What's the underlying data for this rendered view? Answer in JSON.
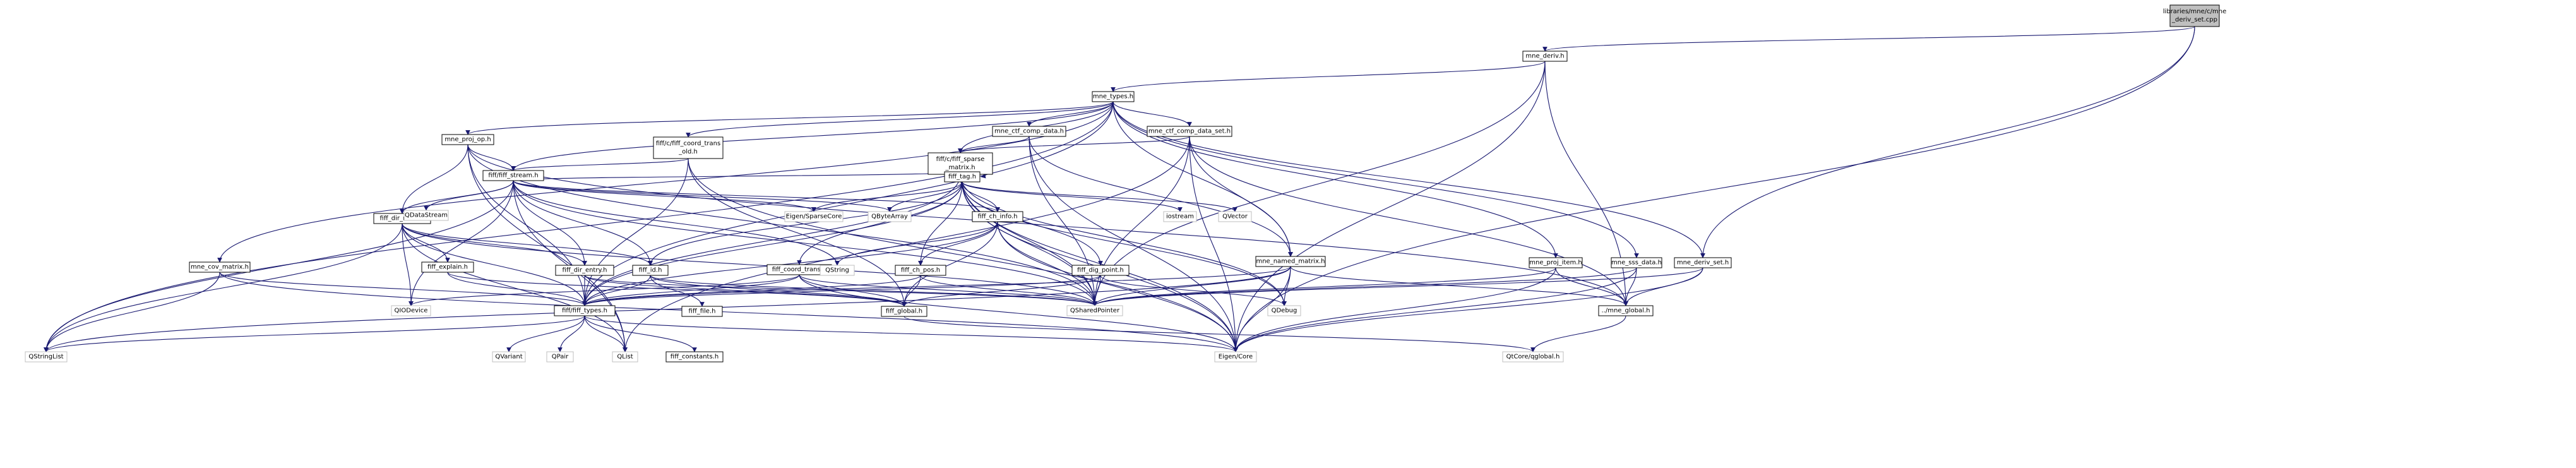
{
  "diagram": {
    "colors": {
      "edge": "#191970",
      "root_fill": "#bfbfbf",
      "node_border": "#000000",
      "leaf_border": "#bfbfbf",
      "background": "#ffffff"
    },
    "nodes": [
      {
        "id": "root",
        "lines": [
          "libraries/mne/c/mne",
          "_deriv_set.cpp"
        ],
        "kind": "root"
      },
      {
        "id": "mne_deriv_h",
        "lines": [
          "mne_deriv.h"
        ],
        "kind": "linked"
      },
      {
        "id": "mne_types_h",
        "lines": [
          "mne_types.h"
        ],
        "kind": "linked"
      },
      {
        "id": "mne_deriv_set_h",
        "lines": [
          "mne_deriv_set.h"
        ],
        "kind": "linked"
      },
      {
        "id": "mne_proj_op_h",
        "lines": [
          "mne_proj_op.h"
        ],
        "kind": "linked"
      },
      {
        "id": "coord_trans_old",
        "lines": [
          "fiff/c/fiff_coord_trans",
          "_old.h"
        ],
        "kind": "linked"
      },
      {
        "id": "mne_ctf_comp_data_h",
        "lines": [
          "mne_ctf_comp_data.h"
        ],
        "kind": "linked"
      },
      {
        "id": "mne_ctf_comp_data_set_h",
        "lines": [
          "mne_ctf_comp_data_set.h"
        ],
        "kind": "linked"
      },
      {
        "id": "fiff_sparse_matrix_h",
        "lines": [
          "fiff/c/fiff_sparse",
          "_matrix.h"
        ],
        "kind": "linked"
      },
      {
        "id": "fiff_stream_h",
        "lines": [
          "fiff/fiff_stream.h"
        ],
        "kind": "linked"
      },
      {
        "id": "fiff_tag_h",
        "lines": [
          "fiff_tag.h"
        ],
        "kind": "linked"
      },
      {
        "id": "fiff_dir_node_h",
        "lines": [
          "fiff_dir_node.h"
        ],
        "kind": "linked"
      },
      {
        "id": "fiff_ch_info_h",
        "lines": [
          "fiff_ch_info.h"
        ],
        "kind": "linked"
      },
      {
        "id": "mne_cov_matrix_h",
        "lines": [
          "mne_cov_matrix.h"
        ],
        "kind": "linked"
      },
      {
        "id": "fiff_explain_h",
        "lines": [
          "fiff_explain.h"
        ],
        "kind": "linked"
      },
      {
        "id": "fiff_dir_entry_h",
        "lines": [
          "fiff_dir_entry.h"
        ],
        "kind": "linked"
      },
      {
        "id": "fiff_id_h",
        "lines": [
          "fiff_id.h"
        ],
        "kind": "linked"
      },
      {
        "id": "fiff_coord_trans_h",
        "lines": [
          "fiff_coord_trans.h"
        ],
        "kind": "linked"
      },
      {
        "id": "fiff_ch_pos_h",
        "lines": [
          "fiff_ch_pos.h"
        ],
        "kind": "linked"
      },
      {
        "id": "fiff_dig_point_h",
        "lines": [
          "fiff_dig_point.h"
        ],
        "kind": "linked"
      },
      {
        "id": "mne_named_matrix_h",
        "lines": [
          "mne_named_matrix.h"
        ],
        "kind": "linked"
      },
      {
        "id": "mne_proj_item_h",
        "lines": [
          "mne_proj_item.h"
        ],
        "kind": "linked"
      },
      {
        "id": "mne_sss_data_h",
        "lines": [
          "mne_sss_data.h"
        ],
        "kind": "linked"
      },
      {
        "id": "fiff_types_h",
        "lines": [
          "fiff/fiff_types.h"
        ],
        "kind": "linked"
      },
      {
        "id": "fiff_file_h",
        "lines": [
          "fiff_file.h"
        ],
        "kind": "linked"
      },
      {
        "id": "fiff_global_h",
        "lines": [
          "fiff_global.h"
        ],
        "kind": "linked"
      },
      {
        "id": "mne_global_h",
        "lines": [
          "../mne_global.h"
        ],
        "kind": "linked"
      },
      {
        "id": "fiff_constants_h",
        "lines": [
          "fiff_constants.h"
        ],
        "kind": "linked"
      },
      {
        "id": "QDataStream",
        "lines": [
          "QDataStream"
        ],
        "kind": "leaf"
      },
      {
        "id": "EigenSparseCore",
        "lines": [
          "Eigen/SparseCore"
        ],
        "kind": "leaf"
      },
      {
        "id": "QByteArray",
        "lines": [
          "QByteArray"
        ],
        "kind": "leaf"
      },
      {
        "id": "iostream",
        "lines": [
          "iostream"
        ],
        "kind": "leaf"
      },
      {
        "id": "QVector",
        "lines": [
          "QVector"
        ],
        "kind": "leaf"
      },
      {
        "id": "QString",
        "lines": [
          "QString"
        ],
        "kind": "leaf"
      },
      {
        "id": "QIODevice",
        "lines": [
          "QIODevice"
        ],
        "kind": "leaf"
      },
      {
        "id": "QSharedPointer",
        "lines": [
          "QSharedPointer"
        ],
        "kind": "leaf"
      },
      {
        "id": "QDebug",
        "lines": [
          "QDebug"
        ],
        "kind": "leaf"
      },
      {
        "id": "QStringList",
        "lines": [
          "QStringList"
        ],
        "kind": "leaf"
      },
      {
        "id": "QVariant",
        "lines": [
          "QVariant"
        ],
        "kind": "leaf"
      },
      {
        "id": "QPair",
        "lines": [
          "QPair"
        ],
        "kind": "leaf"
      },
      {
        "id": "QList",
        "lines": [
          "QList"
        ],
        "kind": "leaf"
      },
      {
        "id": "EigenCore",
        "lines": [
          "Eigen/Core"
        ],
        "kind": "leaf"
      },
      {
        "id": "QtCoreqtglobal",
        "lines": [
          "QtCore/qglobal.h"
        ],
        "kind": "leaf"
      }
    ],
    "edges": [
      [
        "root",
        "mne_deriv_h"
      ],
      [
        "root",
        "mne_deriv_set_h"
      ],
      [
        "root",
        "EigenCore"
      ],
      [
        "mne_deriv_h",
        "mne_types_h"
      ],
      [
        "mne_deriv_h",
        "QSharedPointer"
      ],
      [
        "mne_deriv_h",
        "mne_global_h"
      ],
      [
        "mne_deriv_h",
        "EigenCore"
      ],
      [
        "mne_types_h",
        "mne_proj_op_h"
      ],
      [
        "mne_types_h",
        "coord_trans_old"
      ],
      [
        "mne_types_h",
        "mne_ctf_comp_data_h"
      ],
      [
        "mne_types_h",
        "mne_ctf_comp_data_set_h"
      ],
      [
        "mne_types_h",
        "fiff_sparse_matrix_h"
      ],
      [
        "mne_types_h",
        "fiff_stream_h"
      ],
      [
        "mne_types_h",
        "mne_cov_matrix_h"
      ],
      [
        "mne_types_h",
        "mne_named_matrix_h"
      ],
      [
        "mne_types_h",
        "mne_proj_item_h"
      ],
      [
        "mne_types_h",
        "mne_sss_data_h"
      ],
      [
        "mne_types_h",
        "mne_deriv_set_h"
      ],
      [
        "mne_types_h",
        "fiff_types_h"
      ],
      [
        "mne_types_h",
        "QStringList"
      ],
      [
        "mne_deriv_set_h",
        "mne_global_h"
      ],
      [
        "mne_deriv_set_h",
        "QSharedPointer"
      ],
      [
        "mne_deriv_set_h",
        "EigenCore"
      ],
      [
        "mne_proj_op_h",
        "fiff_stream_h"
      ],
      [
        "mne_proj_op_h",
        "fiff_dir_node_h"
      ],
      [
        "mne_proj_op_h",
        "fiff_types_h"
      ],
      [
        "mne_proj_op_h",
        "mne_global_h"
      ],
      [
        "mne_proj_op_h",
        "QList"
      ],
      [
        "mne_proj_op_h",
        "QSharedPointer"
      ],
      [
        "coord_trans_old",
        "fiff_stream_h"
      ],
      [
        "coord_trans_old",
        "fiff_types_h"
      ],
      [
        "coord_trans_old",
        "EigenCore"
      ],
      [
        "coord_trans_old",
        "fiff_global_h"
      ],
      [
        "mne_ctf_comp_data_h",
        "fiff_sparse_matrix_h"
      ],
      [
        "mne_ctf_comp_data_h",
        "mne_named_matrix_h"
      ],
      [
        "mne_ctf_comp_data_h",
        "QSharedPointer"
      ],
      [
        "mne_ctf_comp_data_h",
        "EigenCore"
      ],
      [
        "mne_ctf_comp_data_set_h",
        "fiff_sparse_matrix_h"
      ],
      [
        "mne_ctf_comp_data_set_h",
        "mne_named_matrix_h"
      ],
      [
        "mne_ctf_comp_data_set_h",
        "mne_global_h"
      ],
      [
        "mne_ctf_comp_data_set_h",
        "QList"
      ],
      [
        "mne_ctf_comp_data_set_h",
        "EigenCore"
      ],
      [
        "mne_ctf_comp_data_set_h",
        "QSharedPointer"
      ],
      [
        "fiff_sparse_matrix_h",
        "fiff_types_h"
      ],
      [
        "fiff_sparse_matrix_h",
        "fiff_tag_h"
      ],
      [
        "fiff_sparse_matrix_h",
        "QSharedPointer"
      ],
      [
        "fiff_sparse_matrix_h",
        "QDebug"
      ],
      [
        "fiff_sparse_matrix_h",
        "EigenCore"
      ],
      [
        "fiff_stream_h",
        "fiff_dir_node_h"
      ],
      [
        "fiff_stream_h",
        "fiff_tag_h"
      ],
      [
        "fiff_stream_h",
        "QDataStream"
      ],
      [
        "fiff_stream_h",
        "EigenSparseCore"
      ],
      [
        "fiff_stream_h",
        "QByteArray"
      ],
      [
        "fiff_stream_h",
        "QString"
      ],
      [
        "fiff_stream_h",
        "QIODevice"
      ],
      [
        "fiff_stream_h",
        "QSharedPointer"
      ],
      [
        "fiff_stream_h",
        "QStringList"
      ],
      [
        "fiff_stream_h",
        "QList"
      ],
      [
        "fiff_stream_h",
        "fiff_id_h"
      ],
      [
        "fiff_stream_h",
        "fiff_dir_entry_h"
      ],
      [
        "fiff_stream_h",
        "fiff_ch_info_h"
      ],
      [
        "fiff_tag_h",
        "fiff_tag_h"
      ],
      [
        "fiff_tag_h",
        "fiff_ch_info_h"
      ],
      [
        "fiff_tag_h",
        "fiff_coord_trans_h"
      ],
      [
        "fiff_tag_h",
        "fiff_id_h"
      ],
      [
        "fiff_tag_h",
        "fiff_dig_point_h"
      ],
      [
        "fiff_tag_h",
        "fiff_ch_pos_h"
      ],
      [
        "fiff_tag_h",
        "iostream"
      ],
      [
        "fiff_tag_h",
        "QVector"
      ],
      [
        "fiff_tag_h",
        "QByteArray"
      ],
      [
        "fiff_tag_h",
        "EigenSparseCore"
      ],
      [
        "fiff_tag_h",
        "QSharedPointer"
      ],
      [
        "fiff_tag_h",
        "QDebug"
      ],
      [
        "fiff_tag_h",
        "EigenCore"
      ],
      [
        "fiff_tag_h",
        "fiff_types_h"
      ],
      [
        "fiff_dir_node_h",
        "fiff_explain_h"
      ],
      [
        "fiff_dir_node_h",
        "fiff_dir_entry_h"
      ],
      [
        "fiff_dir_node_h",
        "fiff_id_h"
      ],
      [
        "fiff_dir_node_h",
        "fiff_types_h"
      ],
      [
        "fiff_dir_node_h",
        "QStringList"
      ],
      [
        "fiff_dir_node_h",
        "QList"
      ],
      [
        "fiff_dir_node_h",
        "QSharedPointer"
      ],
      [
        "fiff_dir_node_h",
        "QIODevice"
      ],
      [
        "fiff_ch_info_h",
        "fiff_ch_pos_h"
      ],
      [
        "fiff_ch_info_h",
        "fiff_types_h"
      ],
      [
        "fiff_ch_info_h",
        "QString"
      ],
      [
        "fiff_ch_info_h",
        "fiff_global_h"
      ],
      [
        "fiff_ch_info_h",
        "QSharedPointer"
      ],
      [
        "fiff_ch_info_h",
        "EigenCore"
      ],
      [
        "mne_cov_matrix_h",
        "fiff_types_h"
      ],
      [
        "mne_cov_matrix_h",
        "QStringList"
      ],
      [
        "mne_cov_matrix_h",
        "EigenCore"
      ],
      [
        "fiff_explain_h",
        "fiff_types_h"
      ],
      [
        "fiff_explain_h",
        "fiff_global_h"
      ],
      [
        "fiff_dir_entry_h",
        "fiff_types_h"
      ],
      [
        "fiff_dir_entry_h",
        "QSharedPointer"
      ],
      [
        "fiff_dir_entry_h",
        "fiff_global_h"
      ],
      [
        "fiff_id_h",
        "fiff_types_h"
      ],
      [
        "fiff_id_h",
        "fiff_file_h"
      ],
      [
        "fiff_id_h",
        "QSharedPointer"
      ],
      [
        "fiff_id_h",
        "fiff_global_h"
      ],
      [
        "fiff_coord_trans_h",
        "fiff_types_h"
      ],
      [
        "fiff_coord_trans_h",
        "fiff_global_h"
      ],
      [
        "fiff_coord_trans_h",
        "QSharedPointer"
      ],
      [
        "fiff_coord_trans_h",
        "EigenCore"
      ],
      [
        "fiff_coord_trans_h",
        "QIODevice"
      ],
      [
        "fiff_ch_pos_h",
        "fiff_types_h"
      ],
      [
        "fiff_ch_pos_h",
        "fiff_global_h"
      ],
      [
        "fiff_ch_pos_h",
        "QSharedPointer"
      ],
      [
        "fiff_dig_point_h",
        "fiff_types_h"
      ],
      [
        "fiff_dig_point_h",
        "fiff_global_h"
      ],
      [
        "fiff_dig_point_h",
        "QSharedPointer"
      ],
      [
        "fiff_dig_point_h",
        "QDebug"
      ],
      [
        "mne_named_matrix_h",
        "fiff_types_h"
      ],
      [
        "mne_named_matrix_h",
        "mne_global_h"
      ],
      [
        "mne_named_matrix_h",
        "QSharedPointer"
      ],
      [
        "mne_named_matrix_h",
        "QDebug"
      ],
      [
        "mne_named_matrix_h",
        "QStringList"
      ],
      [
        "mne_named_matrix_h",
        "EigenCore"
      ],
      [
        "mne_proj_item_h",
        "mne_global_h"
      ],
      [
        "mne_proj_item_h",
        "QSharedPointer"
      ],
      [
        "mne_proj_item_h",
        "EigenCore"
      ],
      [
        "mne_sss_data_h",
        "mne_global_h"
      ],
      [
        "mne_sss_data_h",
        "QSharedPointer"
      ],
      [
        "mne_sss_data_h",
        "EigenCore"
      ],
      [
        "fiff_types_h",
        "fiff_constants_h"
      ],
      [
        "fiff_types_h",
        "QVariant"
      ],
      [
        "fiff_types_h",
        "QPair"
      ],
      [
        "fiff_types_h",
        "QList"
      ],
      [
        "fiff_types_h",
        "EigenCore"
      ],
      [
        "fiff_types_h",
        "QStringList"
      ],
      [
        "fiff_global_h",
        "QtCoreqtglobal"
      ],
      [
        "mne_global_h",
        "QtCoreqtglobal"
      ]
    ]
  }
}
